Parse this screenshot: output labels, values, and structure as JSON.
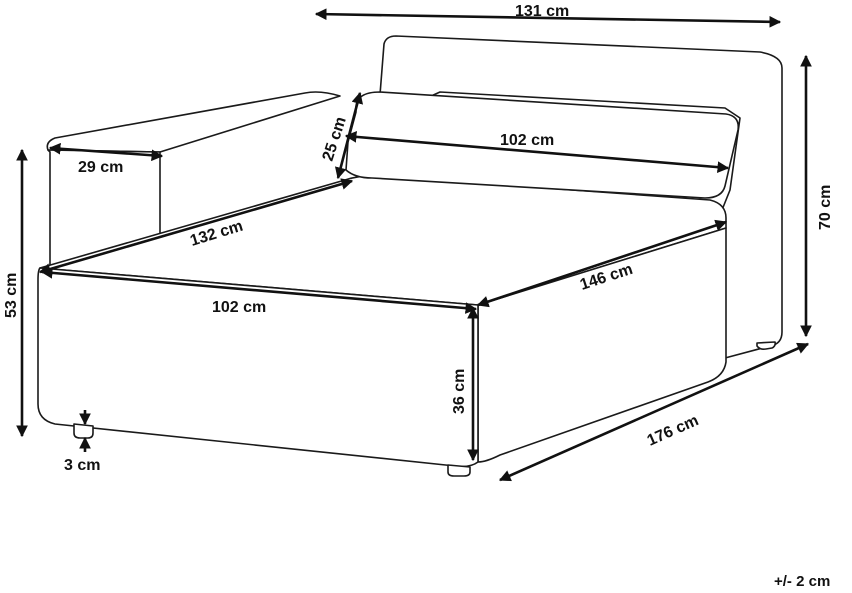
{
  "dimensions": {
    "top_width": "131 cm",
    "armrest_width": "29 cm",
    "cushion_height": "25 cm",
    "cushion_width": "102 cm",
    "overall_height": "70 cm",
    "seat_depth": "132 cm",
    "seat_length": "146 cm",
    "front_width": "102 cm",
    "left_height": "53 cm",
    "seat_height": "36 cm",
    "total_length": "176 cm",
    "leg_height": "3 cm"
  },
  "tolerance": "+/- 2 cm",
  "colors": {
    "line": "#1a1a1a",
    "background": "#ffffff"
  }
}
